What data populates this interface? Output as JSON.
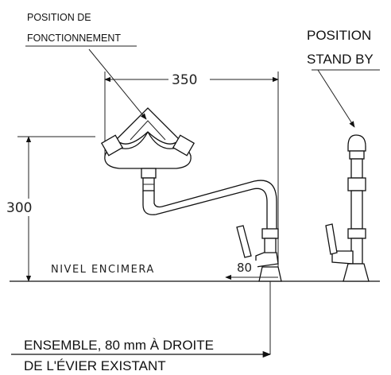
{
  "labels": {
    "position_fonctionnement_l1": "POSITION DE",
    "position_fonctionnement_l2": "FONCTIONNEMENT",
    "position_standby_l1": "POSITION",
    "position_standby_l2": "STAND BY",
    "nivel_encimera": "NIVEL ENCIMERA",
    "ensemble_l1": "ENSEMBLE, 80 mm À DROITE",
    "ensemble_l2": "DE L'ÉVIER EXISTANT"
  },
  "dimensions": {
    "width_350": "350",
    "height_300": "300",
    "offset_80": "80"
  },
  "colors": {
    "line": "#111111",
    "background": "#ffffff"
  }
}
